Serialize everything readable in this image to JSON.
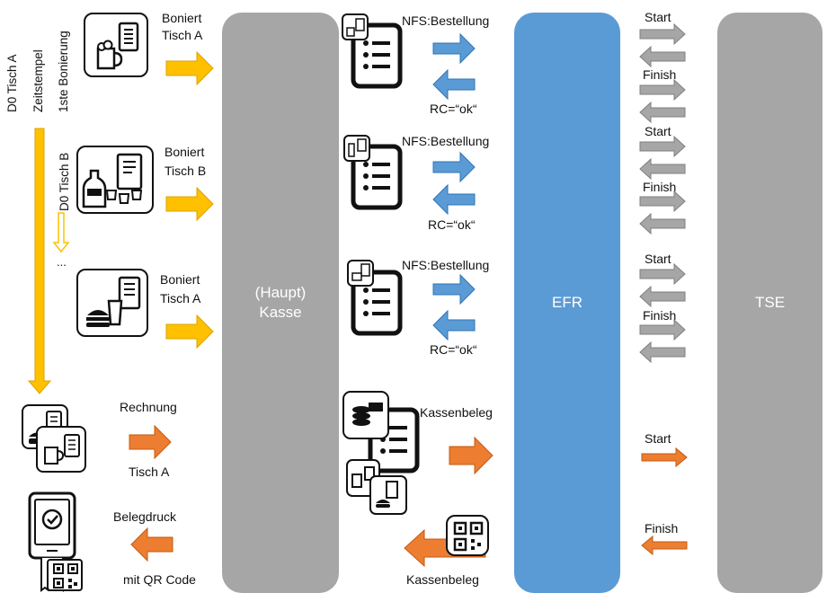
{
  "columns": {
    "kasse": "(Haupt)\nKasse",
    "efr": "EFR",
    "tse": "TSE"
  },
  "left_vertical": {
    "line1": "D0 Tisch A",
    "line2": "Zeitstempel",
    "line3": "1ste Bonierung",
    "tisch_b": "D0 Tisch B",
    "ellipsis": "..."
  },
  "orders": [
    {
      "line1": "Boniert",
      "line2": "Tisch A"
    },
    {
      "line1": "Boniert",
      "line2": "Tisch B"
    },
    {
      "line1": "Boniert",
      "line2": "Tisch A"
    }
  ],
  "nfs": [
    {
      "label": "NFS:Bestellung",
      "rc": "RC=“ok“"
    },
    {
      "label": "NFS:Bestellung",
      "rc": "RC=“ok“"
    },
    {
      "label": "NFS:Bestellung",
      "rc": "RC=“ok“"
    }
  ],
  "tse_labels": {
    "start": "Start",
    "finish": "Finish"
  },
  "rechnung": {
    "line1": "Rechnung",
    "line2": "Tisch A"
  },
  "belegdruck": {
    "line1": "Belegdruck",
    "line2": "mit QR Code"
  },
  "kassenbeleg": {
    "top": "Kassenbeleg",
    "bottom": "Kassenbeleg"
  },
  "colors": {
    "gray_column": "#A6A6A6",
    "blue_column": "#5B9BD5",
    "yellow_arrow": "#FFC000",
    "orange_arrow": "#ED7D31",
    "blue_arrow": "#5B9BD5",
    "gray_arrow": "#A6A6A6"
  }
}
